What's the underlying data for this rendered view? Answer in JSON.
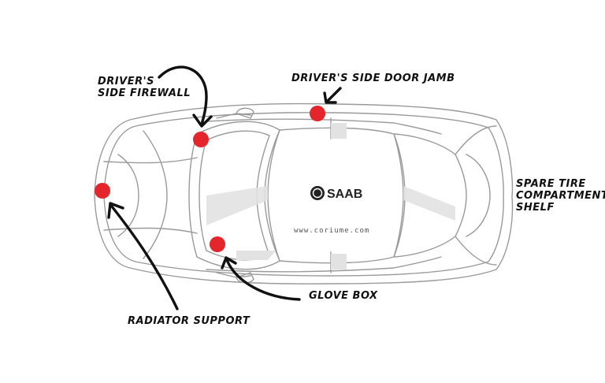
{
  "labels": {
    "firewall": [
      "DRIVER'S",
      "SIDE FIREWALL"
    ],
    "door_jamb": "DRIVER'S SIDE DOOR JAMB",
    "spare_tire": [
      "SPARE TIRE",
      "COMPARTMENT",
      "SHELF"
    ],
    "glove_box": "GLOVE BOX",
    "radiator": "RADIATOR SUPPORT"
  },
  "car": {
    "brand_text": "SAAB",
    "website": "www.coriume.com"
  },
  "colors": {
    "marker": "#e4252c",
    "outline": "#9a9a9a",
    "shade": "#e2e2e2"
  }
}
